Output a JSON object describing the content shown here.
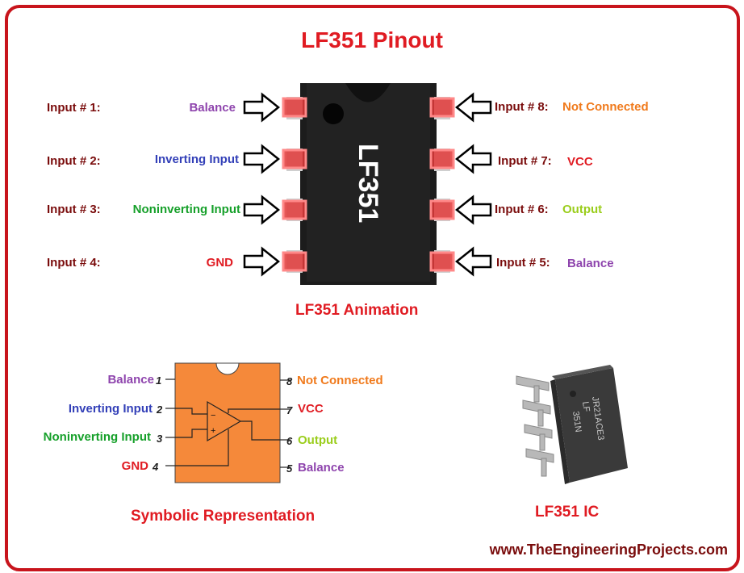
{
  "title": "LF351 Pinout",
  "chip": {
    "label": "LF351",
    "caption": "LF351 Animation"
  },
  "left_pins": [
    {
      "prefix": "Input # 1:",
      "function": "Balance",
      "color": "#8e44ad"
    },
    {
      "prefix": "Input # 2:",
      "function": "Inverting Input",
      "color": "#3340b8"
    },
    {
      "prefix": "Input # 3:",
      "function": "Noninverting Input",
      "color": "#16a02a"
    },
    {
      "prefix": "Input # 4:",
      "function": "GND",
      "color": "#e01b22"
    }
  ],
  "right_pins": [
    {
      "prefix": "Input # 8:",
      "function": "Not Connected",
      "color": "#f07a1c"
    },
    {
      "prefix": "Input # 7:",
      "function": "VCC",
      "color": "#e01b22"
    },
    {
      "prefix": "Input # 6:",
      "function": "Output",
      "color": "#9acd1b"
    },
    {
      "prefix": "Input # 5:",
      "function": "Balance",
      "color": "#8e44ad"
    }
  ],
  "symbolic": {
    "caption": "Symbolic Representation",
    "left": [
      {
        "label": "Balance",
        "num": "1"
      },
      {
        "label": "Inverting Input",
        "num": "2"
      },
      {
        "label": "Noninverting Input",
        "num": "3"
      },
      {
        "label": "GND",
        "num": "4"
      }
    ],
    "right": [
      {
        "label": "Not Connected",
        "num": "8"
      },
      {
        "label": "VCC",
        "num": "7"
      },
      {
        "label": "Output",
        "num": "6"
      },
      {
        "label": "Balance",
        "num": "5"
      }
    ],
    "minus": "−",
    "plus": "+",
    "body_color": "#f5893a"
  },
  "photo": {
    "caption": "LF351 IC",
    "marking_1": "JR21ACE3",
    "marking_2": "LF",
    "marking_3": "351N"
  },
  "footer": "www.TheEngineeringProjects.com",
  "colors": {
    "accent": "#e01b22",
    "frame": "#c8141c",
    "chip_body": "#1c1c1c",
    "pad": "#e23a3a"
  }
}
